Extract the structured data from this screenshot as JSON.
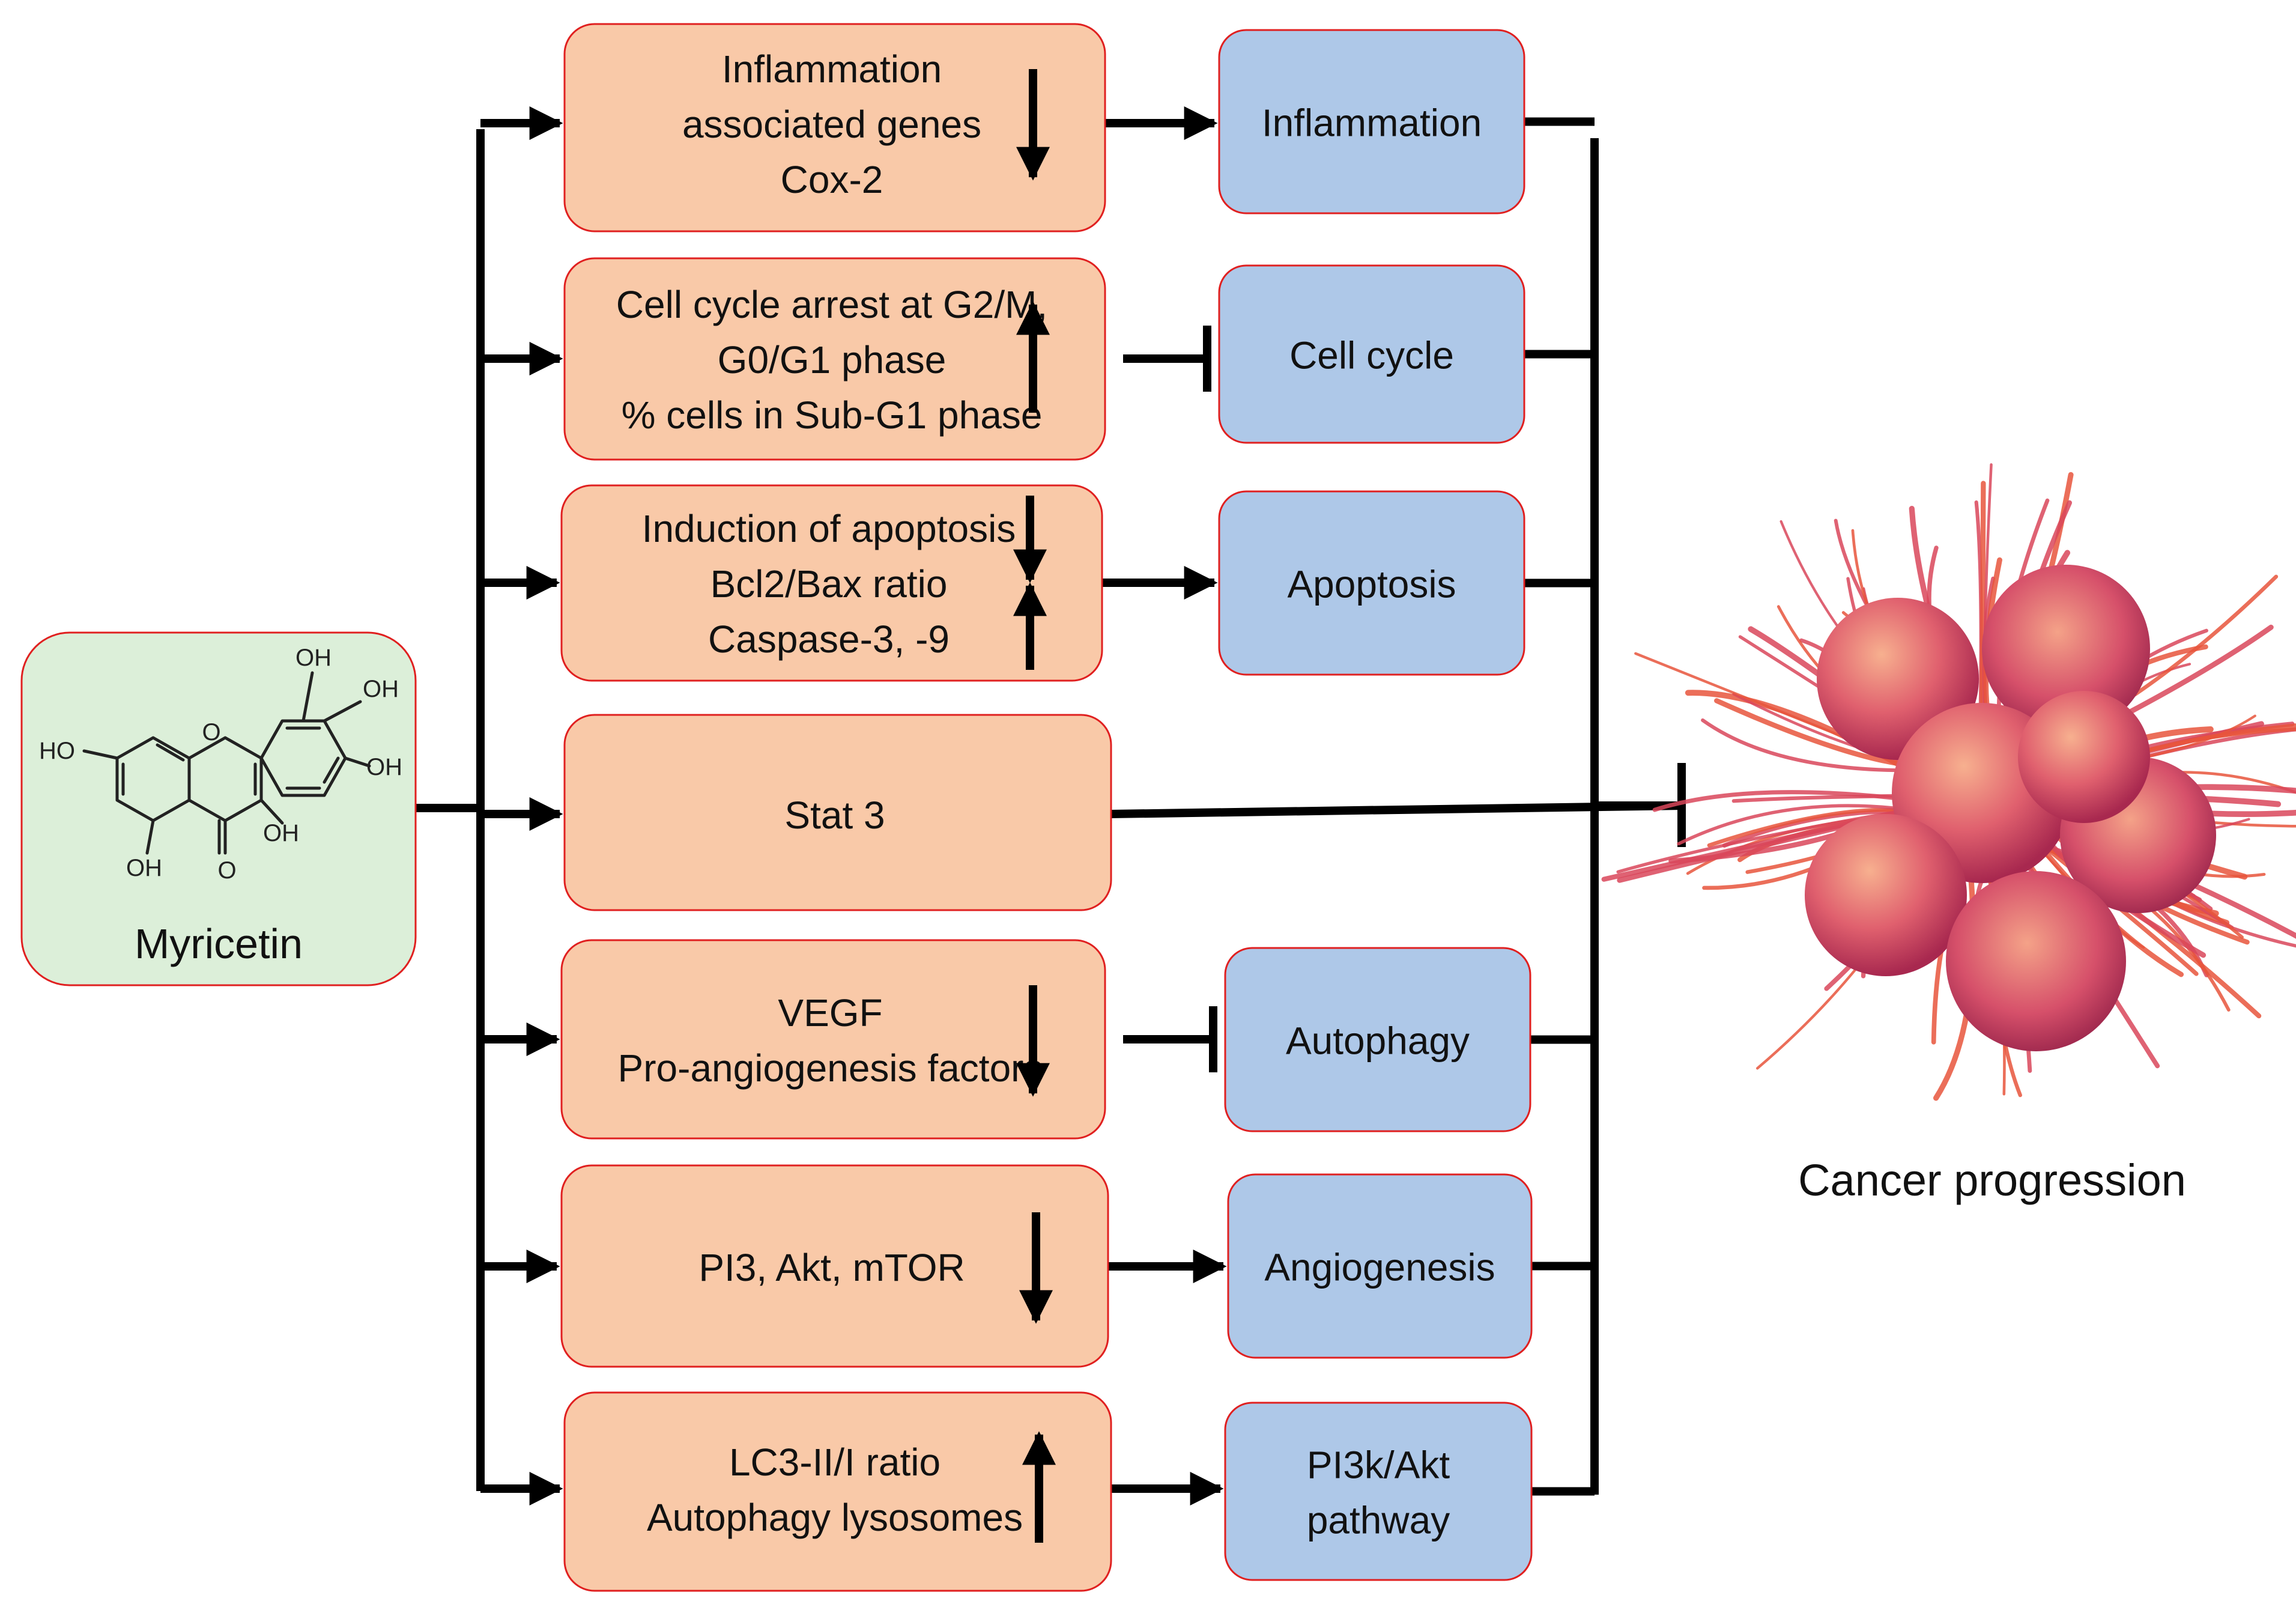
{
  "source": {
    "label": "Myricetin"
  },
  "molecule_labels": [
    "OH",
    "OH",
    "OH",
    "HO",
    "OH",
    "OH",
    "O",
    "O"
  ],
  "mechanisms": [
    {
      "lines": [
        "Inflammation",
        "associated genes",
        "Cox-2"
      ],
      "arrows": [
        "down"
      ]
    },
    {
      "lines": [
        "Cell cycle arrest at G2/M,",
        "G0/G1 phase",
        "% cells in Sub-G1 phase"
      ],
      "arrows": [
        "up"
      ]
    },
    {
      "lines": [
        "Induction of apoptosis",
        "Bcl2/Bax ratio",
        "Caspase-3, -9"
      ],
      "arrows": [
        "down",
        "up"
      ]
    },
    {
      "lines": [
        "Stat 3"
      ],
      "arrows": []
    },
    {
      "lines": [
        "VEGF",
        "Pro-angiogenesis factors"
      ],
      "arrows": [
        "down"
      ]
    },
    {
      "lines": [
        "PI3, Akt, mTOR"
      ],
      "arrows": [
        "down"
      ]
    },
    {
      "lines": [
        "LC3-II/I ratio",
        "Autophagy lysosomes"
      ],
      "arrows": [
        "up"
      ]
    }
  ],
  "outcomes": [
    {
      "lines": [
        "Inflammation"
      ],
      "link": "activate"
    },
    {
      "lines": [
        "Cell cycle"
      ],
      "link": "inhibit"
    },
    {
      "lines": [
        "Apoptosis"
      ],
      "link": "activate"
    },
    null,
    {
      "lines": [
        "Autophagy"
      ],
      "link": "inhibit"
    },
    {
      "lines": [
        "Angiogenesis"
      ],
      "link": "activate"
    },
    {
      "lines": [
        "PI3k/Akt",
        "pathway"
      ],
      "link": "activate"
    }
  ],
  "target": {
    "label": "Cancer progression",
    "image": "cancer-cell-cluster"
  },
  "colors": {
    "source_fill": "#dcefd9",
    "mechanism_fill": "#f9c9a8",
    "outcome_fill": "#aec8e8",
    "box_border": "#e02020",
    "line": "#000000"
  }
}
